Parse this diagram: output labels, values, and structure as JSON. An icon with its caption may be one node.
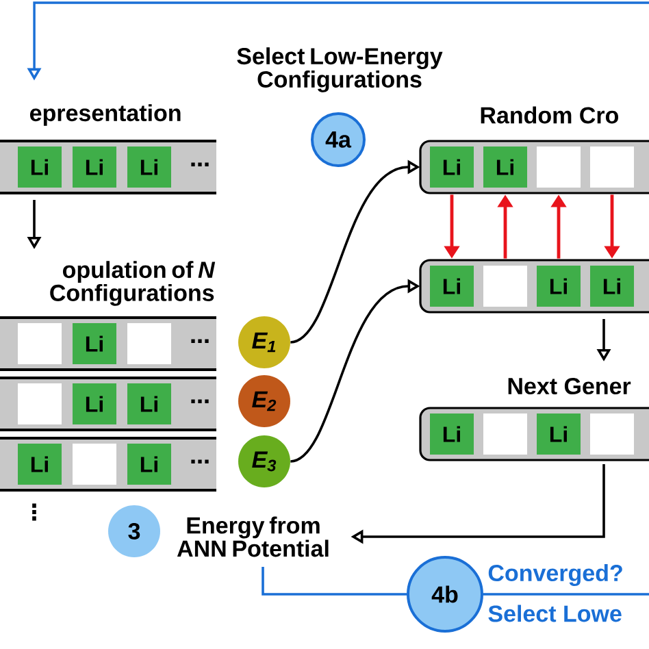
{
  "diagram": {
    "nodes": [
      {
        "text": [
          "epresentation",
          "⋯"
        ]
      },
      {
        "text": [
          "Li"
        ],
        "in": 0
      },
      {
        "text": [
          "Li"
        ],
        "in": 0
      },
      {
        "text": [
          "Li"
        ],
        "in": 0
      },
      {
        "text": [
          "opulation of *N* Configurations",
          "⋯"
        ]
      },
      {
        "text": [],
        "shape": "box",
        "in": 4
      },
      {
        "text": [
          "Li"
        ],
        "in": 4
      },
      {
        "text": [],
        "shape": "box",
        "in": 4
      },
      {
        "text": [
          "⋯"
        ]
      },
      {
        "text": [],
        "shape": "box",
        "in": 8
      },
      {
        "text": [
          "Li"
        ],
        "in": 8
      },
      {
        "text": [
          "Li"
        ],
        "in": 8
      },
      {
        "text": [
          "⋯"
        ]
      },
      {
        "text": [
          "Li"
        ],
        "in": 12
      },
      {
        "text": [],
        "shape": "box",
        "in": 12
      },
      {
        "text": [
          "Li"
        ],
        "in": 12
      },
      {
        "text": [
          "E$_{1}$"
        ]
      },
      {
        "text": [
          "E$_{2}$"
        ]
      },
      {
        "text": [
          "E$_{3}$"
        ]
      },
      {
        "text": [
          "4a"
        ],
        "beside": [
          "Select Low-Energy Configurations"
        ]
      },
      {
        "text": [
          "Random Cro"
        ]
      },
      {
        "text": [
          "Li"
        ],
        "in": 20
      },
      {
        "text": [
          "Li"
        ],
        "in": 20
      },
      {
        "text": [],
        "shape": "box",
        "in": 20
      },
      {
        "text": [],
        "shape": "box",
        "in": 20
      },
      {
        "text": [],
        "shape": "bar"
      },
      {
        "text": [
          "Li"
        ],
        "in": 25
      },
      {
        "text": [],
        "shape": "box",
        "in": 25
      },
      {
        "text": [
          "Li"
        ],
        "in": 25
      },
      {
        "text": [
          "Li"
        ],
        "in": 25
      },
      {
        "text": [
          "Next Gener"
        ]
      },
      {
        "text": [
          "Li"
        ],
        "in": 30
      },
      {
        "text": [],
        "shape": "box",
        "in": 30
      },
      {
        "text": [
          "Li"
        ],
        "in": 30
      },
      {
        "text": [],
        "shape": "box",
        "in": 30
      },
      {
        "text": [
          "3"
        ]
      },
      {
        "text": [
          "Energy from ANN Potential"
        ]
      },
      {
        "text": [
          "4b"
        ],
        "beside": [
          "Converged?",
          "Select Lowe"
        ]
      }
    ],
    "edges": [
      {
        "from": null,
        "to": 0,
        "arrow": "to",
        "color": "#1a6fd6"
      },
      {
        "from": 0,
        "to": 4,
        "arrow": "to"
      },
      {
        "from": 16,
        "to": 20,
        "arrow": "to"
      },
      {
        "from": 18,
        "to": 25,
        "arrow": "to"
      },
      {
        "from": 21,
        "to": 26,
        "arrow": "to",
        "color": "#e8141c"
      },
      {
        "from": 27,
        "to": 22,
        "arrow": "to",
        "color": "#e8141c"
      },
      {
        "from": 28,
        "to": 23,
        "arrow": "to",
        "color": "#e8141c"
      },
      {
        "from": 24,
        "to": 29,
        "arrow": "to",
        "color": "#e8141c"
      },
      {
        "from": 25,
        "to": 30,
        "arrow": "to"
      },
      {
        "from": 30,
        "to": 36,
        "arrow": "to"
      },
      {
        "from": 37,
        "to": 36,
        "arrow": "none",
        "color": "#1a6fd6"
      },
      {
        "from": 37,
        "to": null,
        "arrow": "none",
        "color": "#1a6fd6"
      }
    ],
    "labels": [
      "⋮"
    ]
  }
}
